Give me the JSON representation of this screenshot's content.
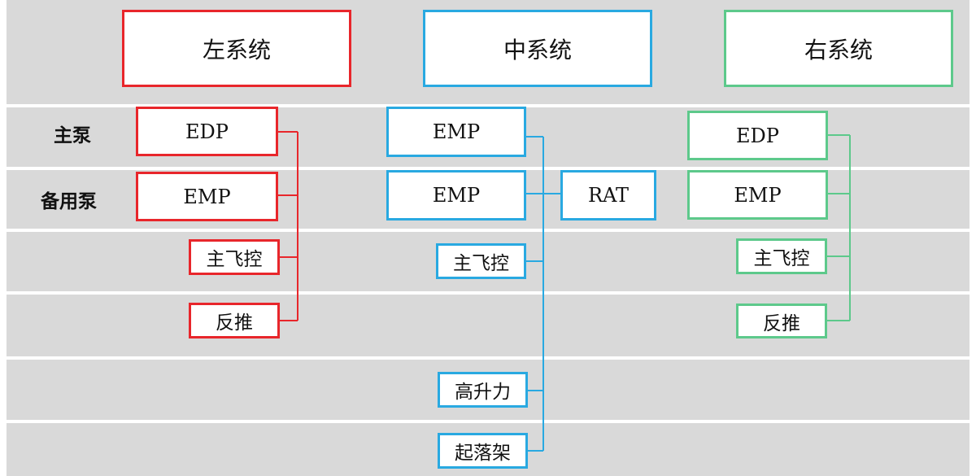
{
  "systems": {
    "left": {
      "title": "左系统",
      "color": "#e8262b",
      "primary_pump": "EDP",
      "backup_pump": "EMP",
      "users": [
        "主飞控",
        "反推"
      ]
    },
    "center": {
      "title": "中系统",
      "color": "#29a9e1",
      "primary_pump": "EMP",
      "backup_pump": "EMP",
      "extra_source": "RAT",
      "users": [
        "主飞控",
        "高升力",
        "起落架"
      ]
    },
    "right": {
      "title": "右系统",
      "color": "#5dc98b",
      "primary_pump": "EDP",
      "backup_pump": "EMP",
      "users": [
        "主飞控",
        "反推"
      ]
    }
  },
  "row_labels": {
    "primary": "主泵",
    "backup": "备用泵"
  },
  "background": {
    "band_color": "#d9d9d9",
    "page_color": "#ffffff"
  }
}
